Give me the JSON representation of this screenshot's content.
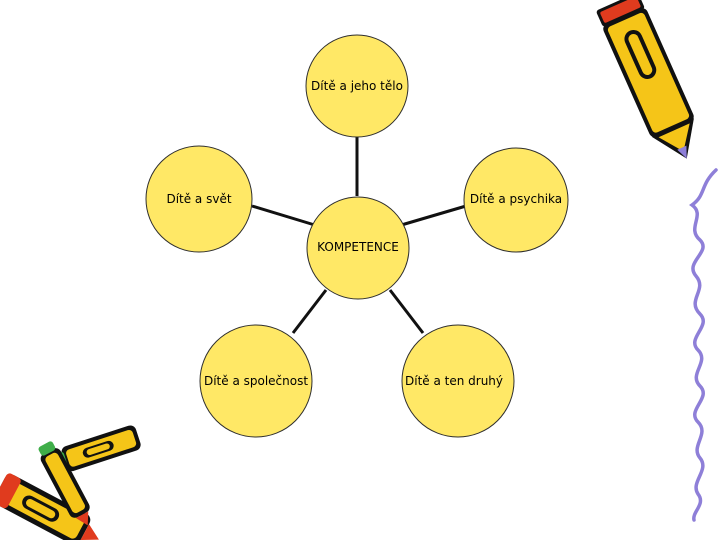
{
  "colors": {
    "node_fill": "#FFE866",
    "node_stroke": "#2E2E2E",
    "connector": "#111111",
    "squiggle": "#8E7FD8",
    "pencil_body": "#F5C518",
    "pencil_outline": "#111111",
    "pencil_accent": "#E03B1E",
    "pencil_eraser": "#3FAE49"
  },
  "diagram": {
    "center": {
      "label": "KOMPETENCE"
    },
    "nodes": [
      {
        "id": "top",
        "label": "Dítě a jeho tělo"
      },
      {
        "id": "left",
        "label": "Dítě a svět"
      },
      {
        "id": "right",
        "label": "Dítě a psychika"
      },
      {
        "id": "bottom-left",
        "label": "Dítě a společnost"
      },
      {
        "id": "bottom-right",
        "label": "Dítě a ten druhý"
      }
    ]
  },
  "decorations": {
    "top_right": "pencil-icon",
    "right_edge": "squiggle-line",
    "bottom_left": "crayons-icon"
  }
}
